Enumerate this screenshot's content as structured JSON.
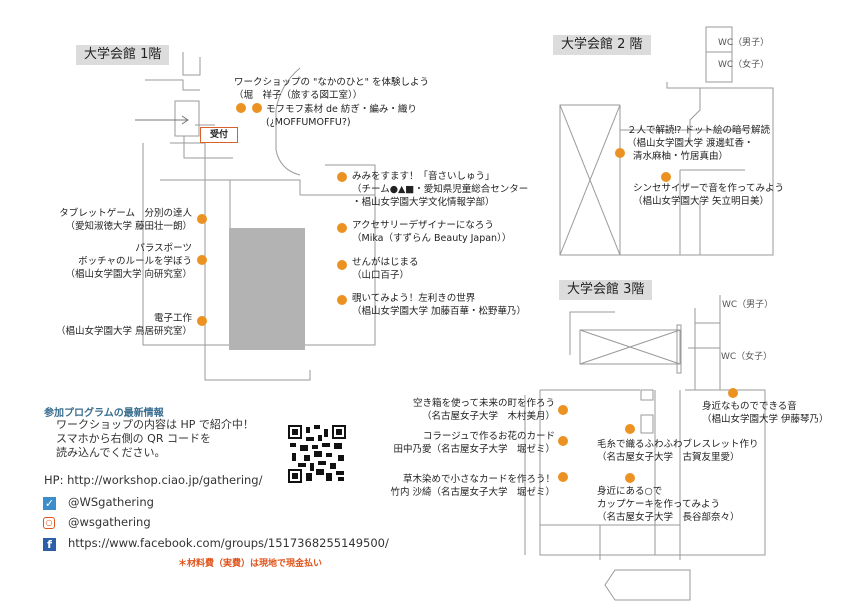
{
  "floor1": {
    "title": "大学会館 1階",
    "reception": "受付",
    "items": [
      {
        "title": "ワークショップの \"なかのひと\" を体験しよう",
        "by": "（堀　祥子（旅する図工室））"
      },
      {
        "title": "モフモフ素材 de 紡ぎ・編み・織り",
        "by": "(¿MOFFUMOFFU?)"
      },
      {
        "title": "みみをすます！「音さいしゅう」",
        "by": "（チーム●▲■・愛知県児童総合センター",
        "by2": "・椙山女学園大学文化情報学部）"
      },
      {
        "title": "アクセサリーデザイナーになろう",
        "by": "（Mika（すずらん Beauty Japan））"
      },
      {
        "title": "せんがはじまる",
        "by": "（山口百子）"
      },
      {
        "title": "覗いてみよう！左利きの世界",
        "by": "（椙山女学園大学 加藤百華・松野華乃）"
      },
      {
        "title": "タブレットゲーム　分別の達人",
        "by": "（愛知淑徳大学 藤田壮一朗）"
      },
      {
        "title": "パラスポーツ",
        "title2": "ボッチャのルールを学ぼう",
        "by": "（椙山女学園大学 向研究室）"
      },
      {
        "title": "電子工作",
        "by": "（椙山女学園大学 鳥居研究室）"
      }
    ]
  },
  "floor2": {
    "title": "大学会館 2 階",
    "wc_male": "WC（男子）",
    "wc_female": "WC（女子）",
    "items": [
      {
        "title": "２人で解読⁉ ドット絵の暗号解読",
        "by": "（椙山女学園大学 渡邊虹香・",
        "by2": "清水麻柚・竹居真由）"
      },
      {
        "title": "シンセサイザーで音を作ってみよう",
        "by": "（椙山女学園大学 矢立明日美）"
      }
    ]
  },
  "floor3": {
    "title": "大学会館 3階",
    "wc_male": "WC（男子）",
    "wc_female": "WC（女子）",
    "items": [
      {
        "title": "空き箱を使って未来の町を作ろう",
        "by": "（名古屋女子大学　木村美月）"
      },
      {
        "title": "コラージュで作るお花のカード",
        "by": "田中乃愛（名古屋女子大学　堀ゼミ）"
      },
      {
        "title": "草木染めで小さなカードを作ろう！",
        "by": "竹内 沙綺（名古屋女子大学　堀ゼミ）"
      },
      {
        "title": "身近なものでできる音",
        "by": "（椙山女学園大学 伊藤琴乃）"
      },
      {
        "title": "毛糸で織るふわふわブレスレット作り",
        "by": "（名古屋女子大学　古賀友里愛）"
      },
      {
        "title": "身近にある○で",
        "title2": "カップケーキを作ってみよう",
        "by": "（名古屋女子大学　長谷部奈々）"
      }
    ]
  },
  "info": {
    "heading": "参加プログラムの最新情報",
    "lines": [
      "ワークショップの内容は HP で紹介中！",
      "スマホから右側の QR コードを",
      "読み込んでください。"
    ],
    "hp": "HP: http://workshop.ciao.jp/gathering/",
    "twitter": "@WSgathering",
    "instagram": "@wsgathering",
    "facebook": "https://www.facebook.com/groups/1517368255149500/",
    "note": "＊材料費（実費）は現地で現金払い"
  },
  "colors": {
    "dot": "#ec9223",
    "heading": "#3a6e8f",
    "note": "#e0541c"
  }
}
